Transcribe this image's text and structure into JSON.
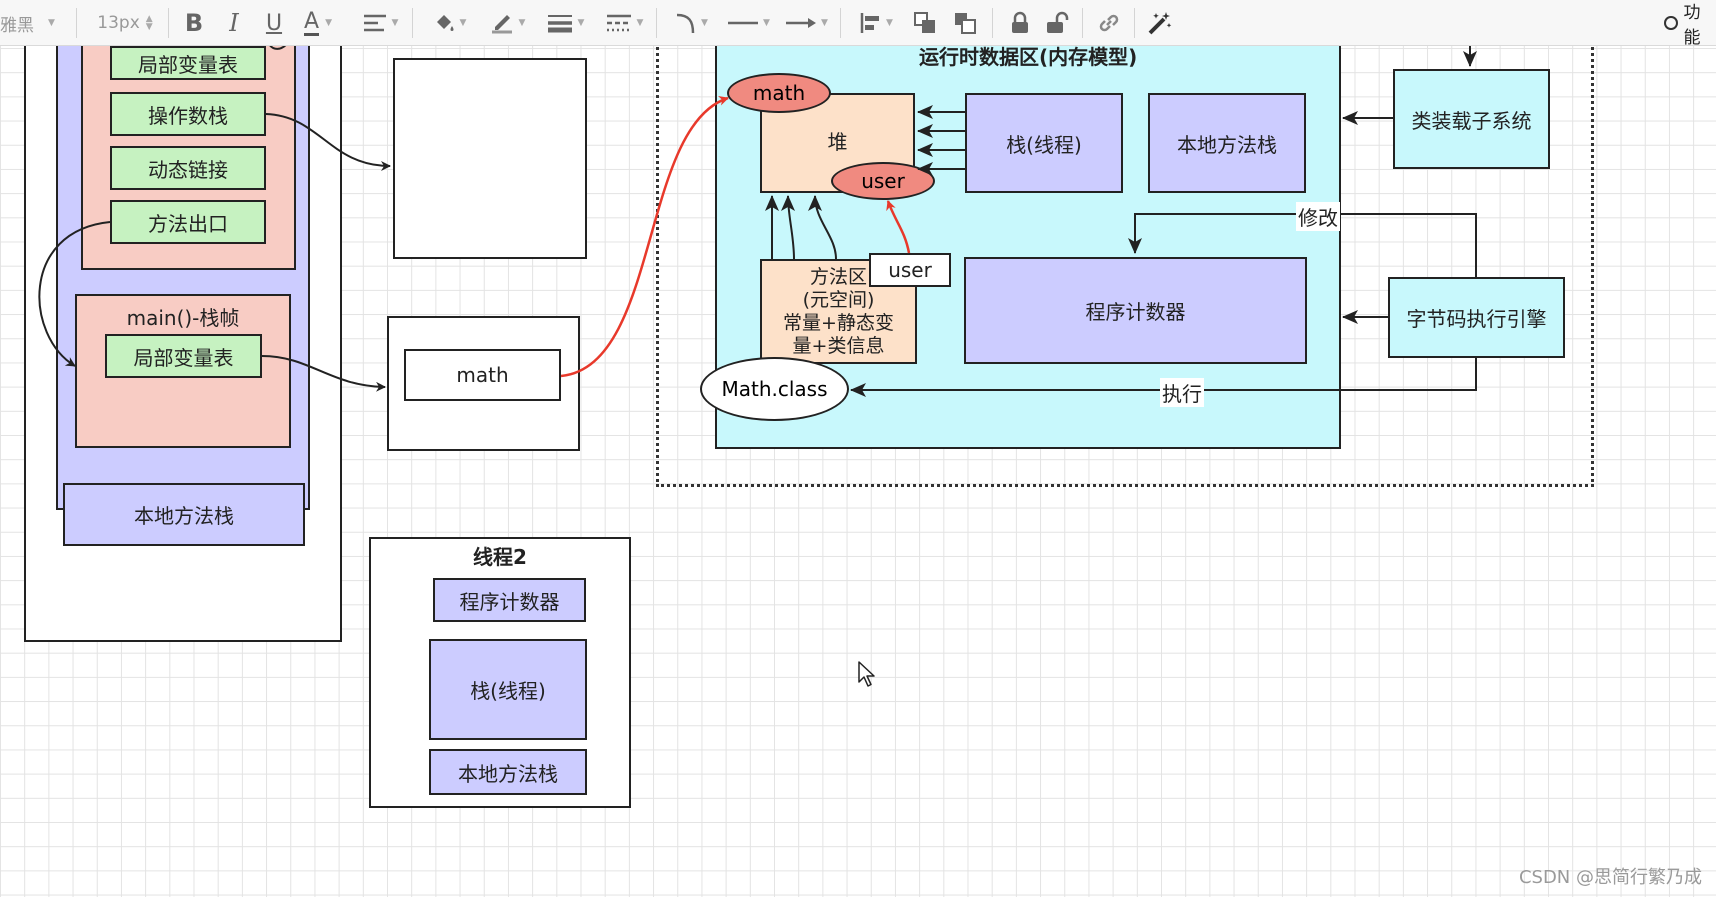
{
  "toolbar": {
    "font_name": "雅黑",
    "font_size": "13px",
    "search_label": "功能",
    "icons": [
      "bold-icon",
      "italic-icon",
      "underline-icon",
      "font-color-icon",
      "align-icon",
      "fill-color-icon",
      "line-color-icon",
      "line-width-icon",
      "line-style-icon",
      "connector-icon",
      "line-start-icon",
      "line-end-icon",
      "arrange-align-icon",
      "bring-front-icon",
      "send-back-icon",
      "lock-icon",
      "unlock-icon",
      "link-icon",
      "magic-wand-icon"
    ]
  },
  "left_thread": {
    "frame1": {
      "items": [
        "局部变量表",
        "操作数栈",
        "动态链接",
        "方法出口"
      ]
    },
    "main_frame": {
      "title": "main()-栈帧",
      "local_vars": "局部变量表"
    },
    "native_stack": "本地方法栈"
  },
  "middle": {
    "math_label": "math"
  },
  "thread2": {
    "title": "线程2",
    "pc": "程序计数器",
    "stack": "栈(线程)",
    "native": "本地方法栈"
  },
  "runtime": {
    "title": "运行时数据区(内存模型)",
    "heap": "堆",
    "heap_math": "math",
    "heap_user": "user",
    "stack": "栈(线程)",
    "native": "本地方法栈",
    "method_area": [
      "方法区",
      "(元空间)",
      "常量+静态变",
      "量+类信息"
    ],
    "method_user": "user",
    "pc": "程序计数器",
    "math_class": "Math.class",
    "modify_label": "修改",
    "execute_label": "执行"
  },
  "side": {
    "class_loader": "类装载子系统",
    "exec_engine": "字节码执行引擎"
  },
  "watermark": "CSDN @思简行繁乃成",
  "colors": {
    "purple": "#ccccff",
    "pink": "#f8ccc4",
    "green": "#c6f2c1",
    "cyan": "#c8f8fc",
    "peach": "#fde1c9",
    "red_ellipse": "#f08a80",
    "red_arrow": "#e8392b"
  }
}
